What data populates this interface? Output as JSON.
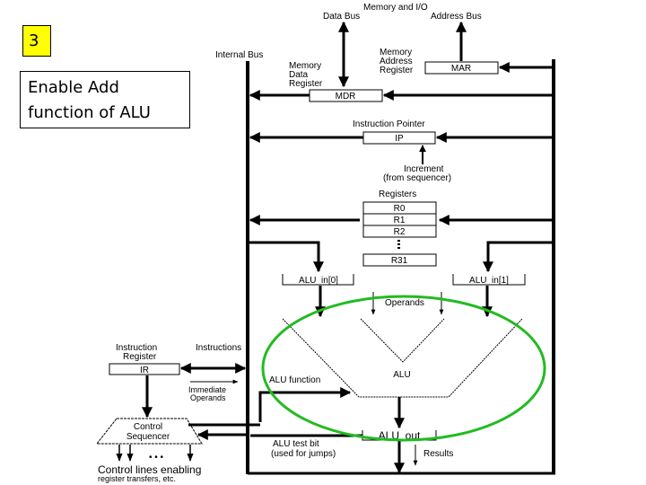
{
  "slide": {
    "step_number": "3",
    "caption_line1": "Enable Add",
    "caption_line2": "function of ALU"
  },
  "diagram": {
    "labels": {
      "memory_io": "Memory and I/O",
      "data_bus": "Data Bus",
      "address_bus": "Address Bus",
      "internal_bus": "Internal Bus",
      "mar_desc1": "Memory",
      "mar_desc2": "Address",
      "mar_desc3": "Register",
      "mdr_desc1": "Memory",
      "mdr_desc2": "Data",
      "mdr_desc3": "Register",
      "ip_desc": "Instruction  Pointer",
      "increment1": "Increment",
      "increment2": "(from sequencer)",
      "registers": "Registers",
      "operands": "Operands",
      "alu": "ALU",
      "alu_function": "ALU function",
      "ir_desc1": "Instruction",
      "ir_desc2": "Register",
      "instructions": "Instructions",
      "immediate1": "Immediate",
      "immediate2": "Operands",
      "control1": "Control",
      "control2": "Sequencer",
      "control_lines1": "Control lines enabling",
      "control_lines2": "register transfers, etc.",
      "alu_test1": "ALU test bit",
      "alu_test2": "(used for jumps)",
      "results": "Results",
      "dots": "• • •"
    },
    "boxes": {
      "mar": "MAR",
      "mdr": "MDR",
      "ip": "IP",
      "r0": "R0",
      "r1": "R1",
      "r2": "R2",
      "r31": "R31",
      "alu_in0": "ALU_in[0]",
      "alu_in1": "ALU_in[1]",
      "alu_out": "ALU_out",
      "ir": "IR"
    },
    "highlight_color": "#22bb22"
  }
}
